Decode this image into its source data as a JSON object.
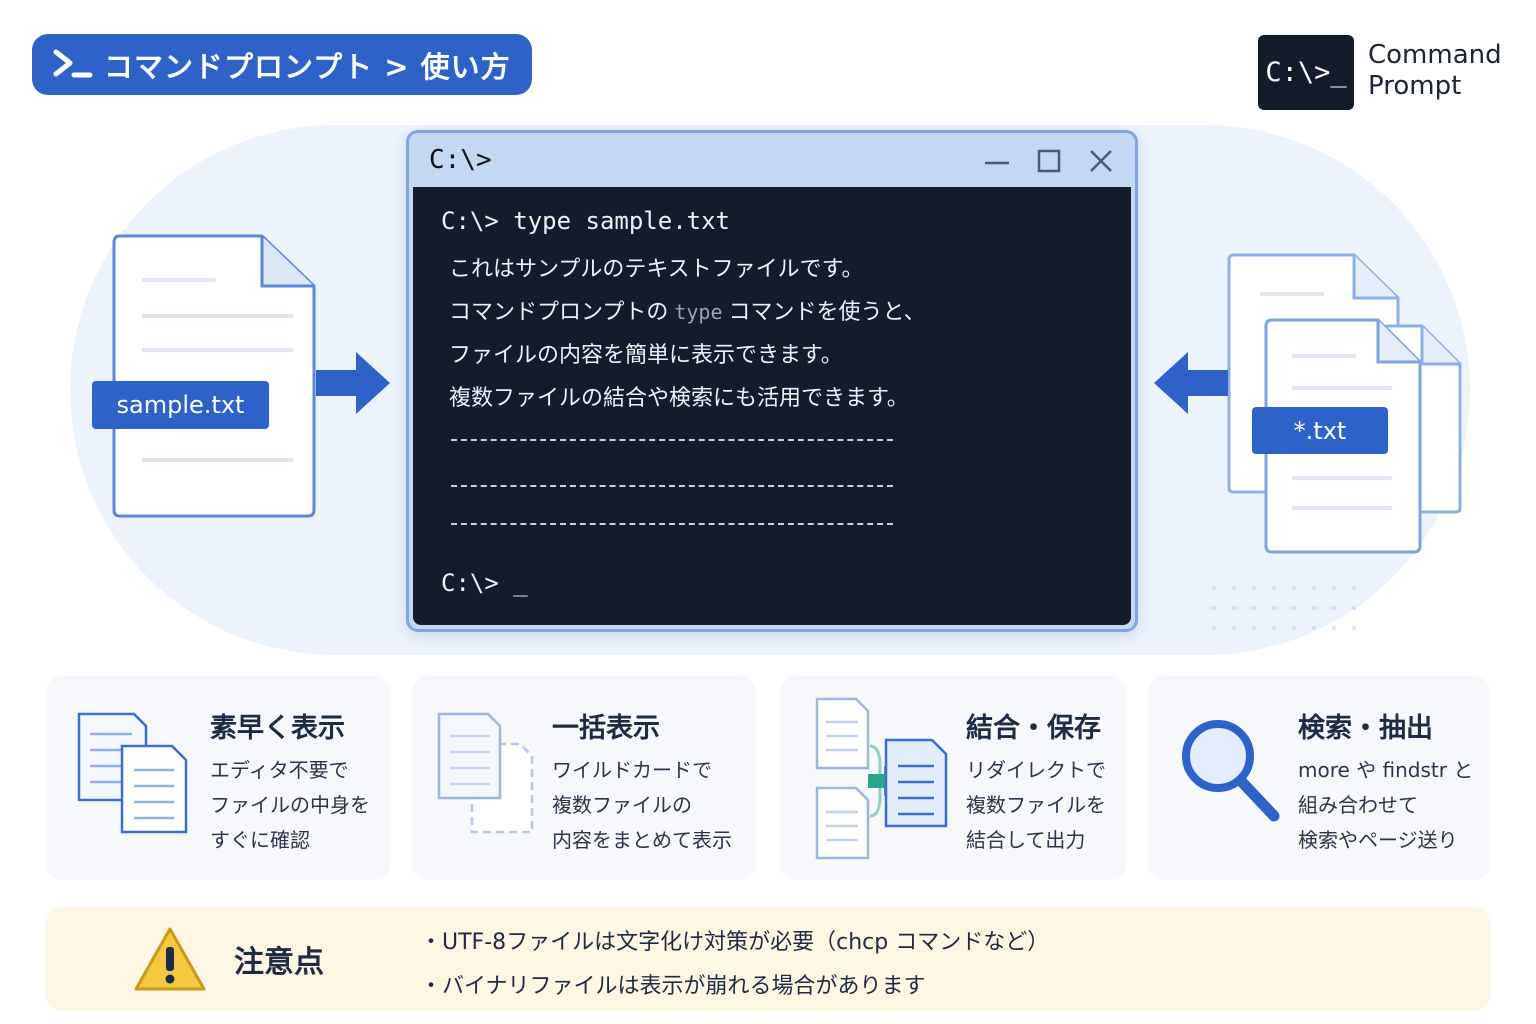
{
  "header": {
    "title": "コマンドプロンプト > 使い方",
    "icon": "terminal-prompt-icon"
  },
  "logo": {
    "glyph": "C:\\>_",
    "line1": "Command",
    "line2": "Prompt"
  },
  "terminal": {
    "title": "C:\\>",
    "command_prompt": "C:\\>",
    "command": "type sample.txt",
    "output_lines": [
      {
        "before": "これはサンプルのテキストファイルです。",
        "code": "",
        "after": ""
      },
      {
        "before": "コマンドプロンプトの",
        "code": "type",
        "after": "コマンドを使うと、"
      },
      {
        "before": "ファイルの内容を簡単に表示できます。",
        "code": "",
        "after": ""
      },
      {
        "before": "複数ファイルの結合や検索にも活用できます。",
        "code": "",
        "after": ""
      }
    ],
    "final_prompt": "C:\\> _"
  },
  "files": {
    "left_label": "sample.txt",
    "right_label": "*.txt"
  },
  "features": [
    {
      "title": "素早く表示",
      "lines": [
        "エディタ不要で",
        "ファイルの中身を",
        "すぐに確認"
      ],
      "icon": "two-documents-icon"
    },
    {
      "title": "一括表示",
      "lines": [
        "ワイルドカードで",
        "複数ファイルの",
        "内容をまとめて表示"
      ],
      "icon": "stacked-documents-icon"
    },
    {
      "title": "結合・保存",
      "lines": [
        "リダイレクトで",
        "複数ファイルを",
        "結合して出力"
      ],
      "icon": "merge-documents-icon"
    },
    {
      "title": "検索・抽出",
      "lines": [
        "more や findstr と",
        "組み合わせて",
        "検索やページ送り"
      ],
      "icon": "magnifier-icon"
    }
  ],
  "warning": {
    "title": "注意点",
    "icon": "warning-triangle-icon",
    "items": [
      "・UTF-8ファイルは文字化け対策が必要（chcp コマンドなど）",
      "・バイナリファイルは表示が崩れる場合があります"
    ]
  },
  "colors": {
    "brand_blue": "#2d63c8",
    "terminal_bg": "#141c2c",
    "titlebar_blue": "#c3d8f3",
    "warning_yellow": "#f5c842",
    "accent_teal": "#2aa58c"
  }
}
